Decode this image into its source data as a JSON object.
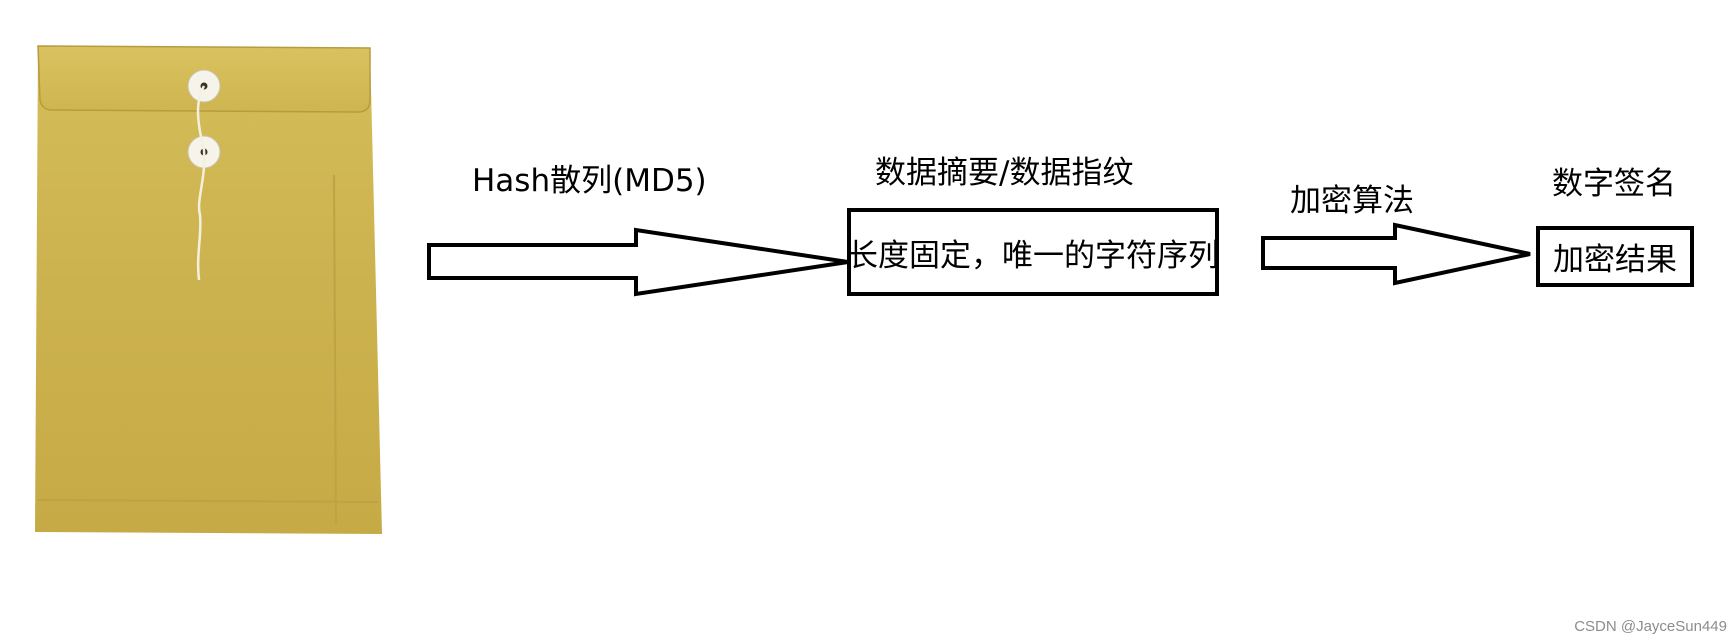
{
  "diagram": {
    "envelope_icon": "manila-envelope-with-string-tie",
    "step1": {
      "arrow_label": "Hash散列(MD5)"
    },
    "digest": {
      "title": "数据摘要/数据指纹",
      "box_text": "长度固定，唯一的字符序列"
    },
    "step2": {
      "arrow_label": "加密算法"
    },
    "signature": {
      "title": "数字签名",
      "box_text": "加密结果"
    }
  },
  "watermark": "CSDN @JayceSun449",
  "colors": {
    "envelope": "#c9b04a",
    "envelope_flap": "#d3bb55",
    "stroke": "#000000",
    "watermark": "#8c8c8c"
  }
}
